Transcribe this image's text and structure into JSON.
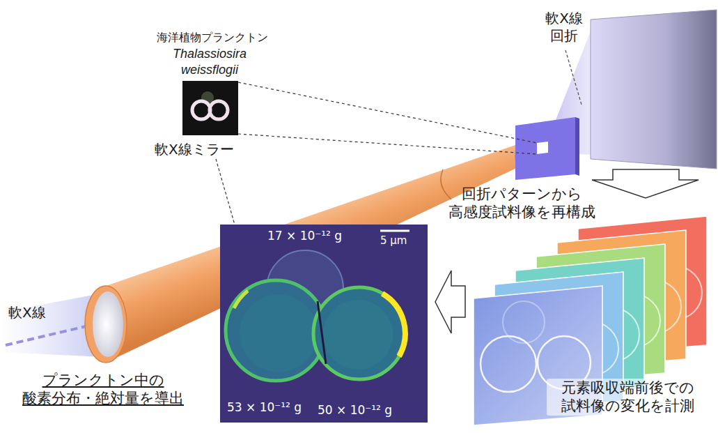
{
  "diagram": {
    "nodes": [
      {
        "text": [
          "17 × 10⁻¹² g",
          "5 μm",
          "53 × 10⁻¹² g",
          "50 × 10⁻¹² g"
        ]
      }
    ],
    "labels": [
      "海洋植物プランクトン",
      "Thalassiosira weissflogii",
      "軟X線ミラー",
      "軟X線",
      "軟X線 回折",
      "回折パターンから 高感度試料像を再構成",
      "元素吸収端前後での 試料像の変化を計測",
      "プランクトン中の 酸素分布・絶対量を導出"
    ]
  }
}
